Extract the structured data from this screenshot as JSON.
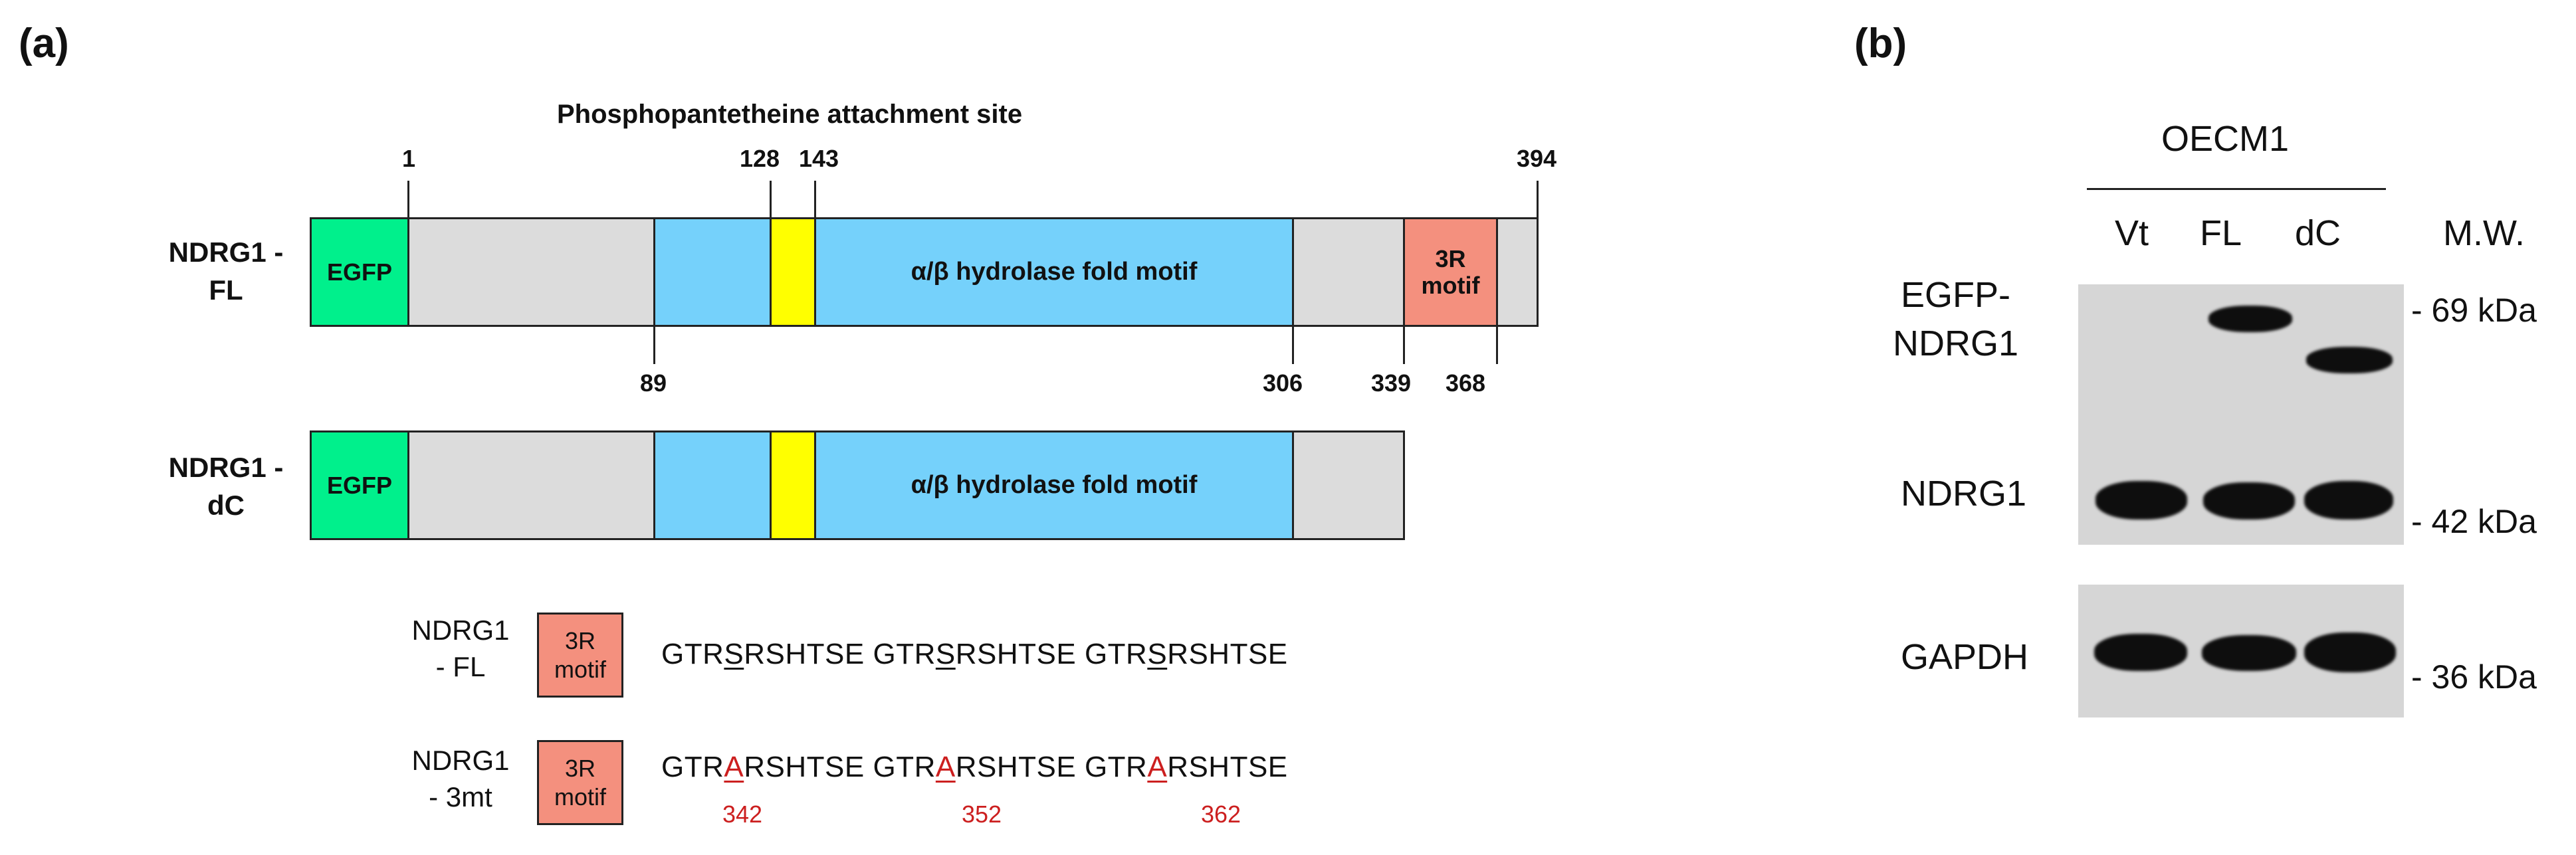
{
  "panel_a": {
    "letter": "(a)",
    "site_title": "Phosphopantetheine attachment site",
    "constructs": [
      {
        "name": "NDRG1\n- FL",
        "egfp": "EGFP",
        "hydrolase": "α/β hydrolase fold motif",
        "motif": "3R\nmotif",
        "top_positions": [
          "1",
          "128",
          "143",
          "394"
        ],
        "bottom_positions": [
          "89",
          "306",
          "339",
          "368"
        ]
      },
      {
        "name": "NDRG1\n- dC",
        "egfp": "EGFP",
        "hydrolase": "α/β hydrolase fold motif"
      }
    ],
    "motif_rows": [
      {
        "name": "NDRG1\n- FL",
        "motif": "3R\nmotif",
        "repeats": [
          {
            "pre": "GTR",
            "site": "S",
            "post": "RSHTSE"
          },
          {
            "pre": "GTR",
            "site": "S",
            "post": "RSHTSE"
          },
          {
            "pre": "GTR",
            "site": "S",
            "post": "RSHTSE"
          }
        ]
      },
      {
        "name": "NDRG1\n- 3mt",
        "motif": "3R\nmotif",
        "repeats": [
          {
            "pre": "GTR",
            "site": "A",
            "post": "RSHTSE",
            "residue": "342"
          },
          {
            "pre": "GTR",
            "site": "A",
            "post": "RSHTSE",
            "residue": "352"
          },
          {
            "pre": "GTR",
            "site": "A",
            "post": "RSHTSE",
            "residue": "362"
          }
        ]
      }
    ],
    "colors": {
      "egfp": "#00f08c",
      "linker": "#dcdcdc",
      "hydrolase": "#75d1fb",
      "site": "#ffff00",
      "motif": "#f4907e",
      "mutation": "#cc1f1f"
    }
  },
  "panel_b": {
    "letter": "(b)",
    "cell_line": "OECM1",
    "lanes": [
      "Vt",
      "FL",
      "dC"
    ],
    "mw_header": "M.W.",
    "row_labels": {
      "egfp_ndrg1": "EGFP-\nNDRG1",
      "ndrg1": "NDRG1",
      "gapdh": "GAPDH"
    },
    "markers": [
      "- 69 kDa",
      "- 42 kDa",
      "- 36 kDa"
    ]
  }
}
